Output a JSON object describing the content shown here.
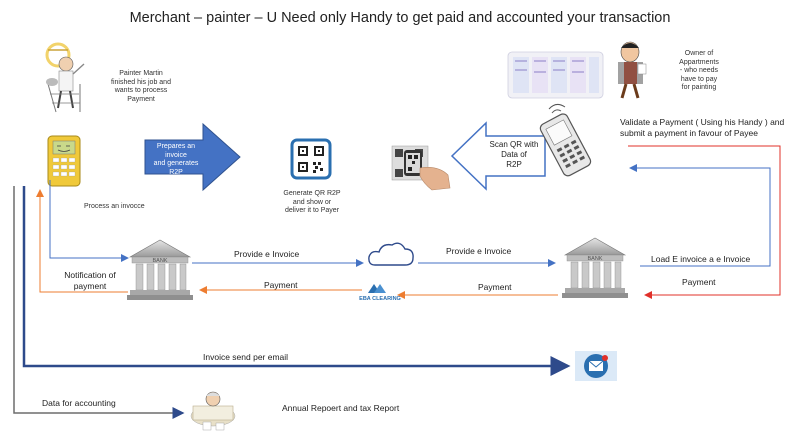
{
  "title": "Merchant – painter – U Need only Handy to get paid and accounted your transaction",
  "painter_note": [
    "Painter Martin",
    "finished his job and",
    "wants to process",
    "Payment"
  ],
  "owner_note": [
    "Owner of",
    "Appartments",
    "- who needs",
    "have to pay",
    "for  painting"
  ],
  "arrow_prepare": [
    "Prepares an invoice",
    "and generates",
    "R2P"
  ],
  "arrow_scan": [
    "Scan  QR with",
    "Data of",
    "R2P"
  ],
  "process_invoice": "Process an invocce",
  "generate_qr": [
    "Generate  QR R2P",
    "and show or",
    "deliver it to Payer"
  ],
  "validate": [
    "Validate a Payment ( Using his Handy ) and",
    "submit a payment in favour of Payee"
  ],
  "bank_label": "BANK",
  "notification": [
    "Notification  of",
    "payment"
  ],
  "provide_invoice_left": "Provide  e Invoice",
  "provide_invoice_right": "Provide  e Invoice",
  "payment_left": "Payment",
  "payment_mid": "Payment",
  "payment_right": "Payment",
  "load_invoice": "Load E invoice a e Invoice",
  "eba_clearing": "EBA CLEARING",
  "invoice_email": "Invoice send  per email",
  "data_accounting": "Data for accounting",
  "annual_report": "Annual Repoert and tax Report",
  "colors": {
    "blue_arrow": "#4472c4",
    "orange_arrow": "#ed7d31",
    "red_arrow": "#e0302a",
    "dark_blue": "#2e4a8b"
  }
}
